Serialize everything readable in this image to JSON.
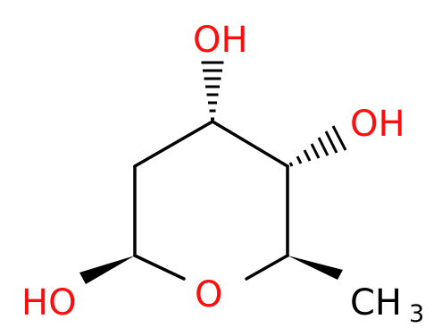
{
  "structure": {
    "colors": {
      "bond": "#000000",
      "oxygen": "#ff0d0d",
      "carbon_label": "#000000"
    },
    "labels": {
      "hydroxyl_top": "OH",
      "hydroxyl_right": "OH",
      "hydroxyl_left": "HO",
      "ring_oxygen": "O",
      "methyl_main": "CH",
      "methyl_subscript": "3"
    }
  }
}
